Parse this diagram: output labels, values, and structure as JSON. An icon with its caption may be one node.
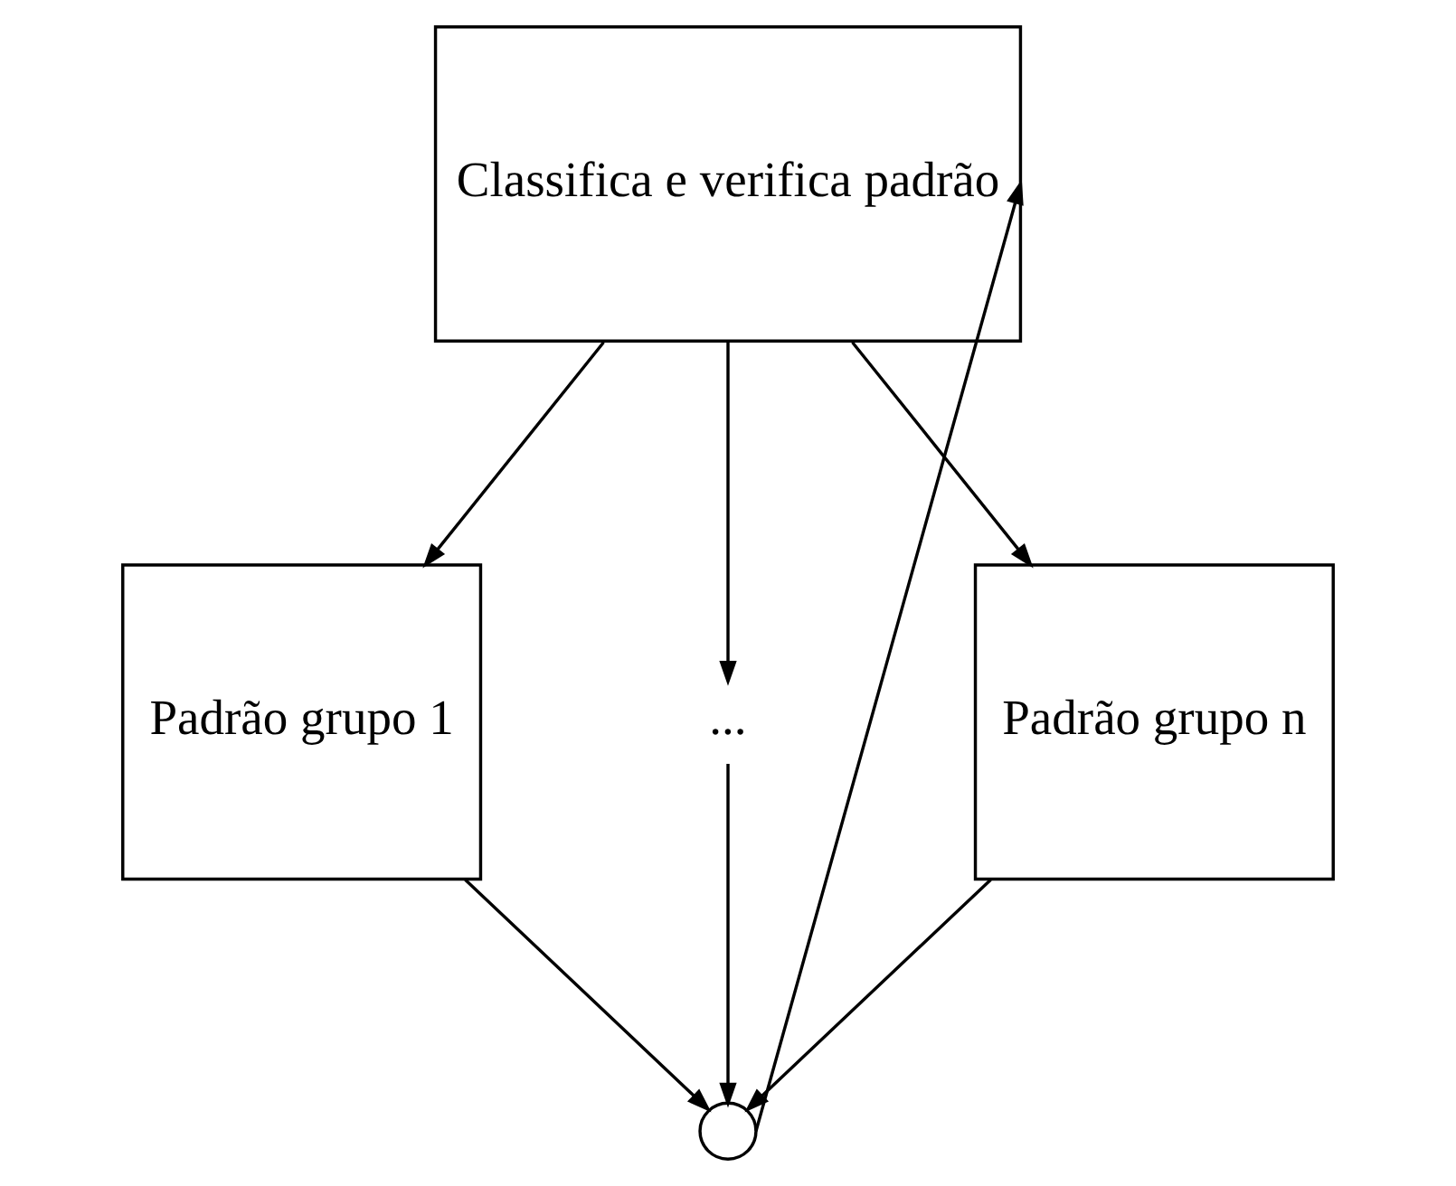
{
  "diagram": {
    "nodes": [
      {
        "text": [
          "Classifica e verifica padrão"
        ]
      },
      {
        "text": [
          "Padrão grupo 1"
        ]
      },
      {
        "text": [
          "..."
        ]
      },
      {
        "text": [
          "Padrão grupo n"
        ]
      },
      {
        "text": [],
        "shape": "circle"
      }
    ],
    "edges": [
      {
        "from": 0,
        "to": 1,
        "arrow": "to"
      },
      {
        "from": 0,
        "to": 2,
        "arrow": "to"
      },
      {
        "from": 0,
        "to": 3,
        "arrow": "to"
      },
      {
        "from": 1,
        "to": 4,
        "arrow": "to"
      },
      {
        "from": 2,
        "to": 4,
        "arrow": "to"
      },
      {
        "from": 3,
        "to": 4,
        "arrow": "to"
      },
      {
        "from": 4,
        "to": 0,
        "arrow": "to"
      }
    ]
  }
}
